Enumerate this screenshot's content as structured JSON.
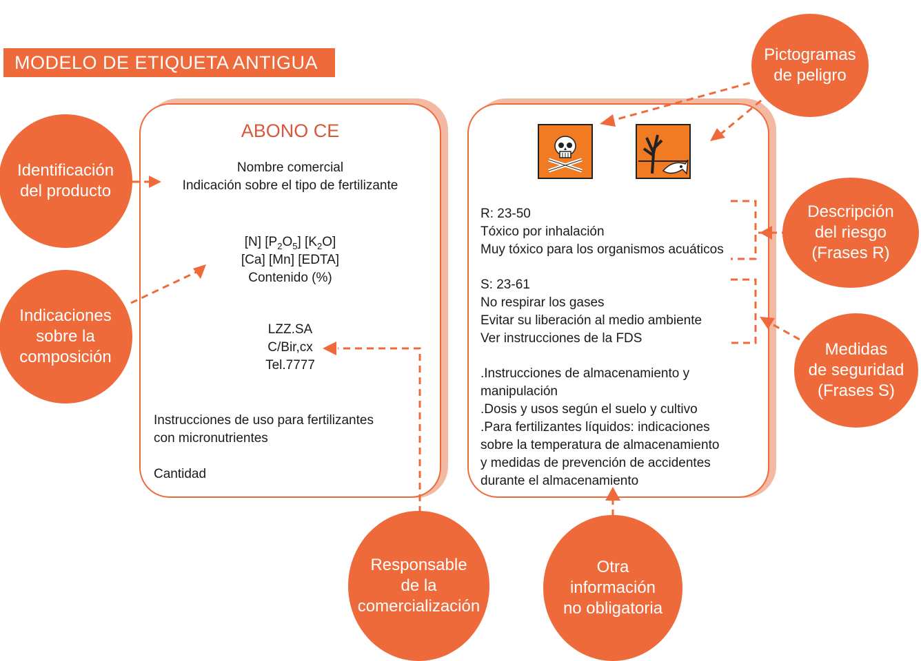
{
  "banner": "MODELO DE ETIQUETA ANTIGUA",
  "left_label": {
    "title": "ABONO CE",
    "product_lines": [
      "Nombre comercial",
      "Indicación sobre el tipo de fertilizante"
    ],
    "composition_lines": [
      "[N] [P2O5] [K2O]",
      "[Ca] [Mn] [EDTA]",
      "Contenido (%)"
    ],
    "responsible_lines": [
      "LZZ.SA",
      "C/Bir,cx",
      "Tel.7777"
    ],
    "instructions_lines": [
      "Instrucciones de uso para fertilizantes",
      "con micronutrientes"
    ],
    "quantity": "Cantidad"
  },
  "right_label": {
    "r_lines": [
      "R: 23-50",
      "Tóxico por inhalación",
      "Muy tóxico para los organismos acuáticos"
    ],
    "s_lines": [
      "S: 23-61",
      "No respirar los gases",
      "Evitar su liberación al medio ambiente",
      "Ver instrucciones de la FDS"
    ],
    "other_lines": [
      ".Instrucciones de almacenamiento y",
      "manipulación",
      ".Dosis y usos según el suelo y cultivo",
      ".Para fertilizantes líquidos: indicaciones",
      "sobre la temperatura de almacenamiento",
      "y medidas de prevención de accidentes",
      "durante el almacenamiento"
    ]
  },
  "pictograms": [
    "skull-crossbones-icon",
    "dead-tree-fish-icon"
  ],
  "callouts": {
    "identification": [
      "Identificación",
      "del producto"
    ],
    "composition": [
      "Indicaciones",
      "sobre la",
      "composición"
    ],
    "pictograms": [
      "Pictogramas",
      "de peligro"
    ],
    "risk": [
      "Descripción",
      "del riesgo",
      "(Frases R)"
    ],
    "safety": [
      "Medidas",
      "de seguridad",
      "(Frases S)"
    ],
    "responsible": [
      "Responsable",
      "de la",
      "comercialización"
    ],
    "other": [
      "Otra",
      "información",
      "no obligatoria"
    ]
  },
  "colors": {
    "accent": "#ef6a3a",
    "accent_light": "#f4b9a3",
    "pictogram_orange": "#f07b23"
  }
}
